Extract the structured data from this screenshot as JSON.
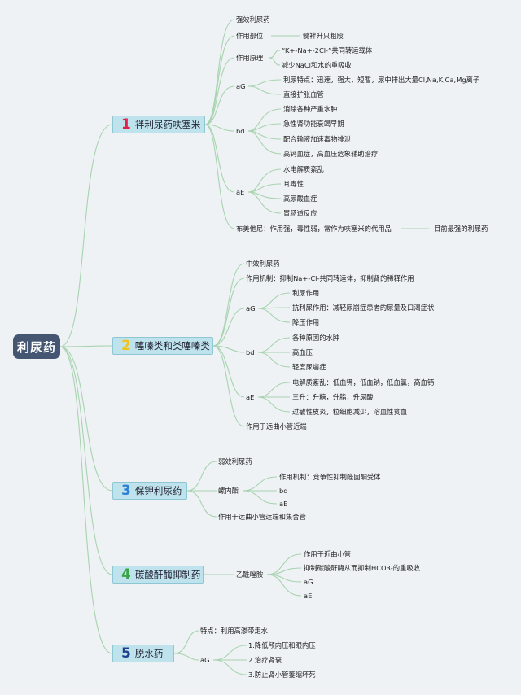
{
  "root": {
    "label": "利尿药"
  },
  "colors": {
    "c1": "#e0224b",
    "c2": "#f0c419",
    "c3": "#2b7fd4",
    "c4": "#3aa34a",
    "c5": "#1f3f8a"
  },
  "cat1": {
    "num": "1",
    "label": "袢利尿药呋塞米",
    "strong": "强效利尿药",
    "site": "作用部位",
    "site_v": "髓袢升只粗段",
    "mech": "作用原理",
    "mech_1": "“K+-Na+-2Cl-”共同转运载体",
    "mech_2": "减少NaCl和水的重吸收",
    "ag": "aG",
    "ag_1": "利尿特点：迅速，强大，短暂，尿中排出大量Cl,Na,K,Ca,Mg离子",
    "ag_2": "直接扩张血管",
    "bd": "bd",
    "bd_1": "消除各种严重水肿",
    "bd_2": "急性肾功能衰竭早期",
    "bd_3": "配合输液加速毒物排泄",
    "bd_4": "高钙血症，高血压危象辅助治疗",
    "ae": "aE",
    "ae_1": "水电解质紊乱",
    "ae_2": "耳毒性",
    "ae_3": "高尿酸血症",
    "ae_4": "胃肠道反应",
    "bum": "布美他尼：作用强，毒性弱，常作为呋塞米的代用品",
    "bum_v": "目前最强的利尿药"
  },
  "cat2": {
    "num": "2",
    "label": "噻嗪类和类噻嗪类",
    "mid": "中效利尿药",
    "mech": "作用机制：抑制Na+-Cl-共同转运体，抑制肾的稀释作用",
    "ag": "aG",
    "ag_1": "利尿作用",
    "ag_2": "抗利尿作用：减轻尿崩症患者的尿量及口渴症状",
    "ag_3": "降压作用",
    "bd": "bd",
    "bd_1": "各种原因的水肿",
    "bd_2": "高血压",
    "bd_3": "轻度尿崩症",
    "ae": "aE",
    "ae_1": "电解质紊乱：低血钾，低血钠，低血氯，高血钙",
    "ae_2": "三升：升糖，升脂，升尿酸",
    "ae_3": "过敏性皮炎，粒细胞减少，溶血性贫血",
    "site": "作用于远曲小管近端"
  },
  "cat3": {
    "num": "3",
    "label": "保钾利尿药",
    "weak": "弱效利尿药",
    "spiro": "螺内酯",
    "spiro_1": "作用机制：竞争性抑制醛固酮受体",
    "spiro_2": "bd",
    "spiro_3": "aE",
    "site": "作用于远曲小管远端和集合管"
  },
  "cat4": {
    "num": "4",
    "label": "碳酸酐酶抑制药",
    "drug": "乙酰唑胺",
    "d_1": "作用于近曲小管",
    "d_2": "抑制碳酸酐酶从而抑制HCO3-的重吸收",
    "d_3": "aG",
    "d_4": "aE"
  },
  "cat5": {
    "num": "5",
    "label": "脱水药",
    "feat": "特点：利用高渗带走水",
    "ag": "aG",
    "ag_1": "1.降低颅内压和眼内压",
    "ag_2": "2.治疗肾衰",
    "ag_3": "3.防止肾小管萎缩坏死"
  }
}
